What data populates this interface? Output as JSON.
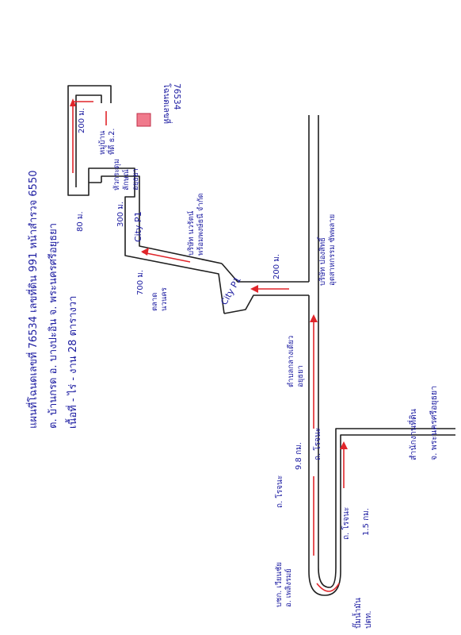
{
  "title": {
    "line1": "แผนที่โฉนดเลขที่ 76534 เลขที่ดิน 991 หน้าสำรวจ 6550",
    "line2": "ต. บ้านกรด อ. บางปะอิน จ. พระนครศรีอยุธยา",
    "line3": "เนื้อที่ - ไร่ - งาน 28 ตารางวา"
  },
  "parcel": {
    "label_line1": "โฉนดเลขที่",
    "label_line2": "76534",
    "color": "#f07a8c"
  },
  "distances": {
    "d200_top": "200 ม.",
    "d80": "80 ม.",
    "d300": "300 ม.",
    "d700": "700 ม.",
    "d200_mid": "200 ม.",
    "d98": "9.8 กม.",
    "d15": "1.5 กม."
  },
  "places": {
    "village_office": [
      "หมู่บ้าน",
      "ที่ดี ธ.2."
    ],
    "ayutthaya_canal": [
      "หัวกระดุม",
      "ลักษณ์",
      "อยุธยา"
    ],
    "nawarat_company": [
      "บริษัท นวรัตน์",
      "พร้อมพงษ์ธนี จำกัด"
    ],
    "nawanakorn_market": [
      "ตลาด",
      "นวนคร"
    ],
    "ayutthaya_factory": [
      "ตำบลกลางเดียว",
      "อยุธยา"
    ],
    "pongsit_company": [
      "บริษัท ปองสิทธิ์",
      "อุตสาหกรรม ซัพพลาย"
    ],
    "land_office": [
      "สำนักงานที่ดิน",
      "จ. พระนครศรีอยุธยา"
    ],
    "police_station": [
      "บชก. เวียนชัย",
      "อ. เพลิงรมย์"
    ],
    "ptt_station": [
      "ปั๊มน้ำมัน",
      "ปตท."
    ]
  },
  "roads": {
    "city_p1_a": "City P1",
    "city_p1_b": "City P1",
    "rojana_a": "ถ. โรจนะ",
    "rojana_b": "ถ. โรจนะ",
    "rojana_c": "ถ. โรจนะ"
  },
  "colors": {
    "road_line": "#1f1f1f",
    "route_arrow": "#e0252a",
    "handwriting": "#1a1aa0"
  }
}
